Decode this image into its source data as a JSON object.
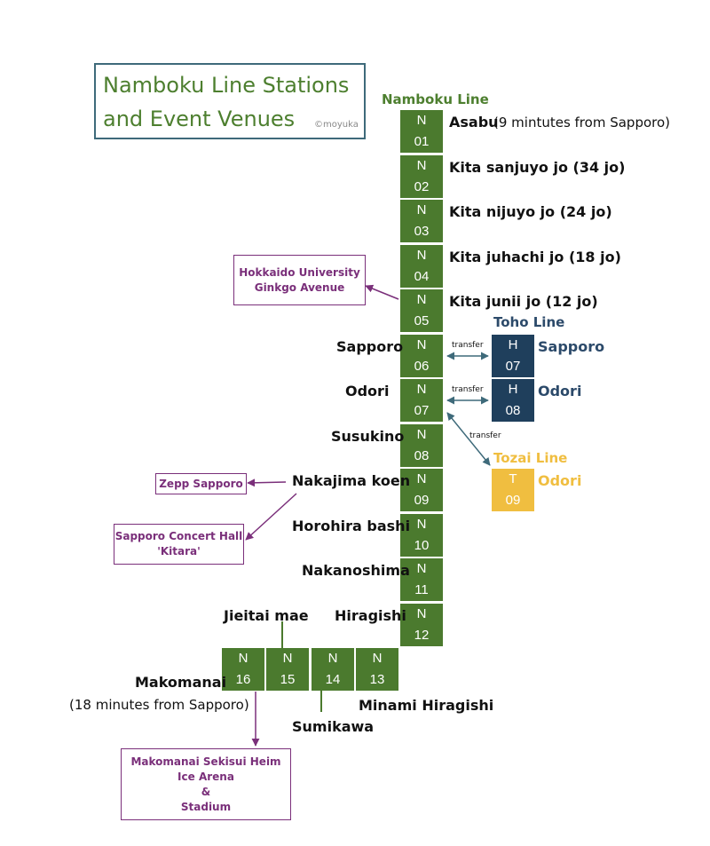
{
  "title": {
    "line1": "Namboku Line Stations",
    "line2": "and Event Venues",
    "credit": "©moyuka"
  },
  "lines": {
    "namboku": "Namboku Line",
    "toho": "Toho Line",
    "tozai": "Tozai Line"
  },
  "colors": {
    "namboku": "#4b7a2e",
    "toho": "#1f3f5c",
    "tozai": "#f0be40",
    "venue": "#7a2f7a",
    "arrow": "#3e6a7a"
  },
  "namboku_stations": [
    {
      "prefix": "N",
      "num": "01",
      "name": "Asabu"
    },
    {
      "prefix": "N",
      "num": "02",
      "name": "Kita sanjuyo jo (34 jo)"
    },
    {
      "prefix": "N",
      "num": "03",
      "name": "Kita nijuyo jo (24 jo)"
    },
    {
      "prefix": "N",
      "num": "04",
      "name": "Kita juhachi jo (18 jo)"
    },
    {
      "prefix": "N",
      "num": "05",
      "name": "Kita junii jo (12 jo)"
    },
    {
      "prefix": "N",
      "num": "06",
      "name": "Sapporo"
    },
    {
      "prefix": "N",
      "num": "07",
      "name": "Odori"
    },
    {
      "prefix": "N",
      "num": "08",
      "name": "Susukino"
    },
    {
      "prefix": "N",
      "num": "09",
      "name": "Nakajima koen"
    },
    {
      "prefix": "N",
      "num": "10",
      "name": "Horohira bashi"
    },
    {
      "prefix": "N",
      "num": "11",
      "name": "Nakanoshima"
    },
    {
      "prefix": "N",
      "num": "12",
      "name": "Hiragishi"
    },
    {
      "prefix": "N",
      "num": "13",
      "name": "Minami Hiragishi"
    },
    {
      "prefix": "N",
      "num": "14",
      "name": "Sumikawa"
    },
    {
      "prefix": "N",
      "num": "15",
      "name": "Jieitai mae"
    },
    {
      "prefix": "N",
      "num": "16",
      "name": "Makomanai"
    }
  ],
  "toho_stations": [
    {
      "prefix": "H",
      "num": "07",
      "name": "Sapporo"
    },
    {
      "prefix": "H",
      "num": "08",
      "name": "Odori"
    }
  ],
  "tozai_stations": [
    {
      "prefix": "T",
      "num": "09",
      "name": "Odori"
    }
  ],
  "notes": {
    "asabu": "(9 mintutes from Sapporo)",
    "makomanai": "(18 minutes from Sapporo)"
  },
  "transfer_label": "transfer",
  "venues": {
    "ginkgo": [
      "Hokkaido University",
      "Ginkgo Avenue"
    ],
    "zepp": [
      "Zepp Sapporo"
    ],
    "kitara": [
      "Sapporo Concert Hall",
      "'Kitara'"
    ],
    "makomanai": [
      "Makomanai Sekisui Heim",
      "Ice Arena",
      "&",
      "Stadium"
    ]
  }
}
